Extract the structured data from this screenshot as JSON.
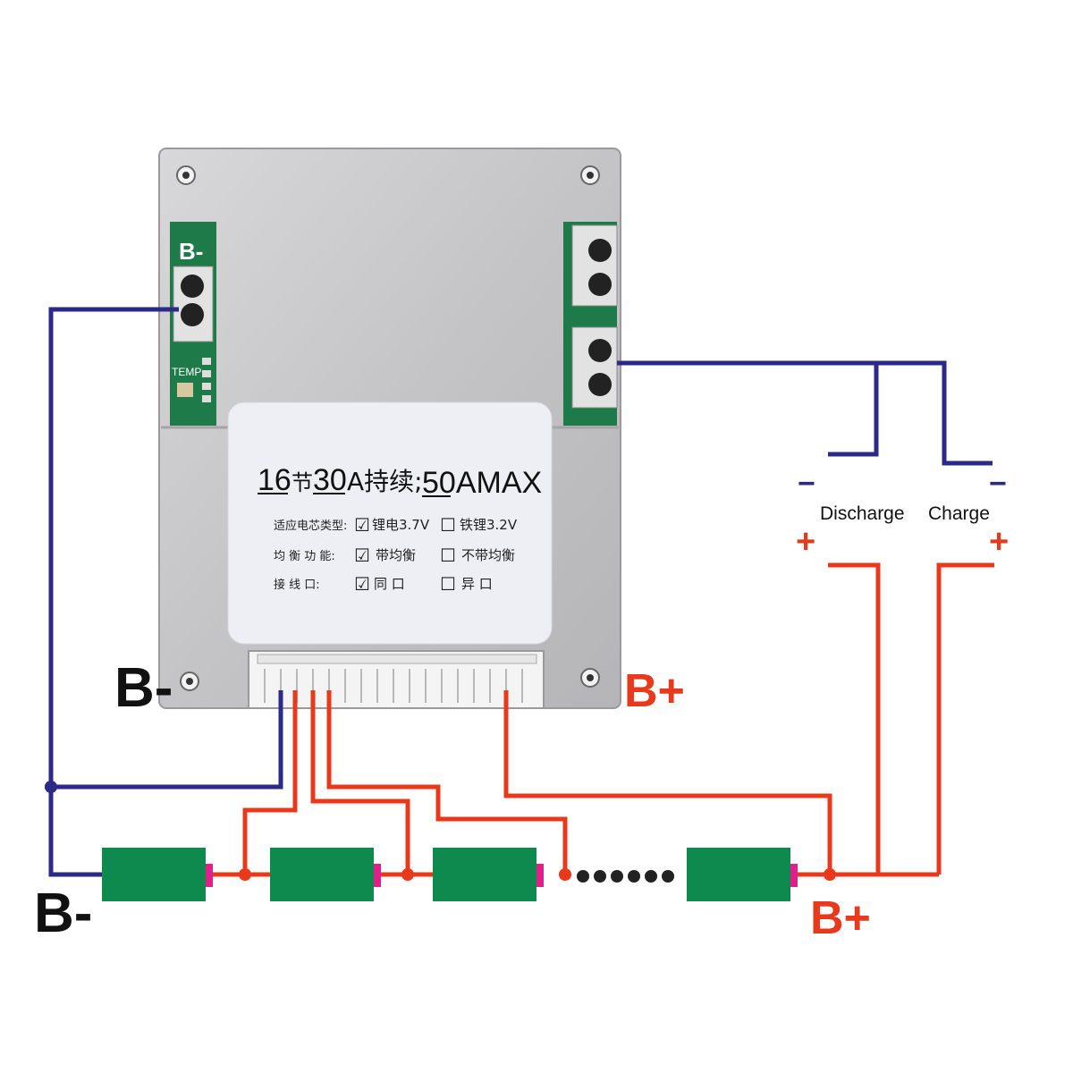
{
  "colors": {
    "negative_wire": "#2b2a8a",
    "positive_wire": "#e8391d",
    "cell_body": "#0f8a4e",
    "cell_terminal": "#e0208a",
    "board_plate": "#c9c9cb",
    "pcb_green": "#1f7a4a",
    "label_red": "#e8391d",
    "label_black": "#111111"
  },
  "sticker": {
    "cells_num": "16",
    "cells_unit": "节",
    "cont_current": "30",
    "cont_suffix": "A持续;",
    "max_current": "50AMAX",
    "row1": {
      "label": "适应电芯类型:",
      "option1_mark": "☑",
      "option1": "锂电3.7V",
      "option2_mark": "☐",
      "option2": "铁锂3.2V"
    },
    "row2": {
      "label": "均 衡 功 能:",
      "option1_mark": "☑",
      "option1": "带均衡",
      "option2_mark": "☐",
      "option2": "不带均衡"
    },
    "row3": {
      "label": "接    线 口:",
      "option1_mark": "☑",
      "option1": "同  口",
      "option2_mark": "☐",
      "option2": "异  口"
    }
  },
  "board": {
    "pcb_left_label": "B-",
    "temp_label": "TEMP"
  },
  "labels": {
    "board_b_minus": "B-",
    "board_b_plus": "B+",
    "pack_b_minus": "B-",
    "pack_b_plus": "B+",
    "discharge": "Discharge",
    "charge": "Charge",
    "discharge_minus": "−",
    "charge_minus": "−",
    "discharge_plus": "+",
    "charge_plus": "+"
  },
  "cell_chain": {
    "visible_cells": 4,
    "ellipsis_dots": 6
  }
}
